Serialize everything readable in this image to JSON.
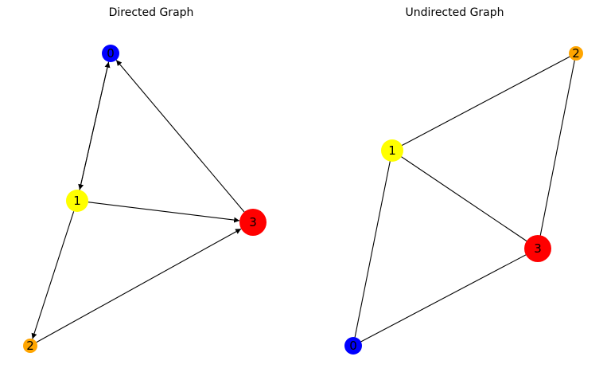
{
  "graphs": [
    {
      "title": "Directed Graph",
      "directed": true,
      "nodes": [
        {
          "id": "0",
          "color": "#0000ff"
        },
        {
          "id": "1",
          "color": "#ffff00"
        },
        {
          "id": "2",
          "color": "#ffa500"
        },
        {
          "id": "3",
          "color": "#ff0000"
        }
      ],
      "edges": [
        [
          "1",
          "0"
        ],
        [
          "0",
          "1"
        ],
        [
          "1",
          "3"
        ],
        [
          "3",
          "0"
        ],
        [
          "1",
          "2"
        ],
        [
          "2",
          "3"
        ]
      ]
    },
    {
      "title": "Undirected Graph",
      "directed": false,
      "nodes": [
        {
          "id": "0",
          "color": "#0000ff"
        },
        {
          "id": "1",
          "color": "#ffff00"
        },
        {
          "id": "2",
          "color": "#ffa500"
        },
        {
          "id": "3",
          "color": "#ff0000"
        }
      ],
      "edges": [
        [
          "1",
          "2"
        ],
        [
          "1",
          "3"
        ],
        [
          "1",
          "0"
        ],
        [
          "2",
          "3"
        ],
        [
          "3",
          "0"
        ]
      ]
    }
  ]
}
